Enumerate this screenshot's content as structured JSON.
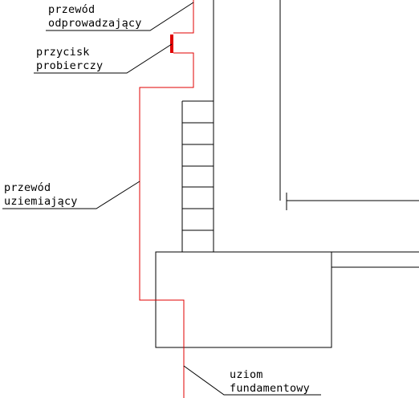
{
  "labels": {
    "lead_wire": [
      "przewód",
      "odprowadzający"
    ],
    "test_clamp": [
      "przycisk",
      "probierczy"
    ],
    "earthing_wire": [
      "przewód",
      "uziemiający"
    ],
    "foundation_earth": [
      "uziom",
      "fundamentowy"
    ]
  },
  "colors": {
    "lines": "#000000",
    "conductor": "#e00000",
    "background": "#ffffff"
  }
}
